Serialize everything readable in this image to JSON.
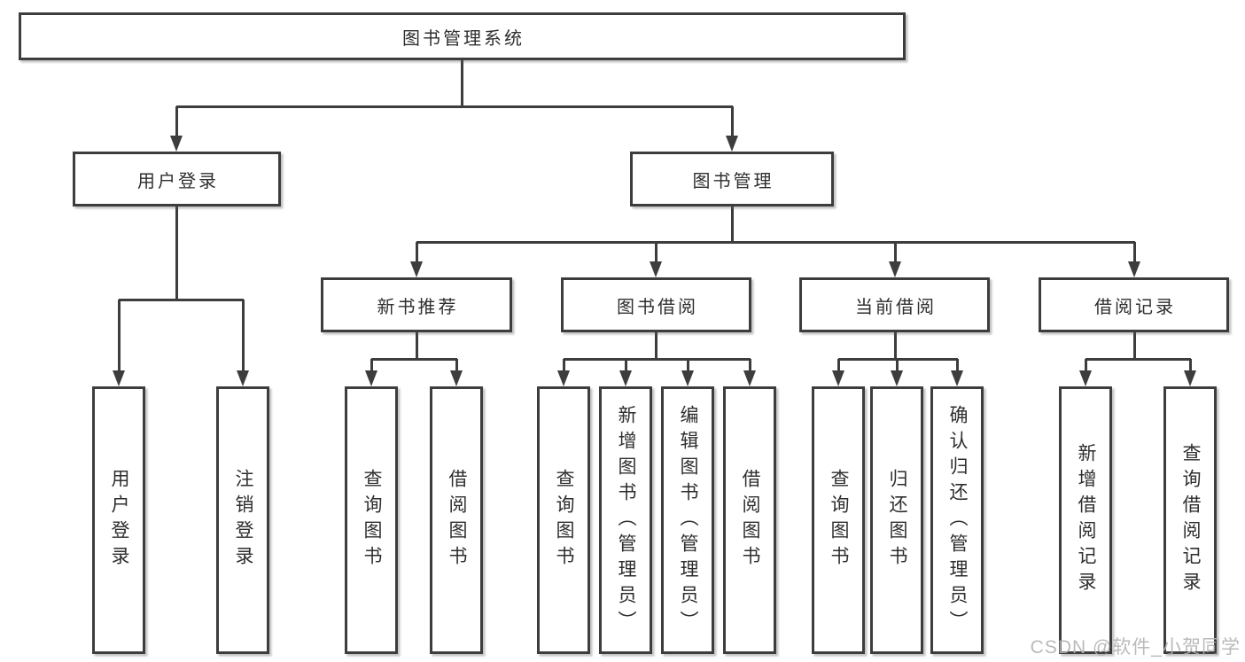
{
  "diagram": {
    "root": {
      "label": "图书管理系统"
    },
    "level2": [
      {
        "label": "用户登录",
        "children": [
          "用户登录",
          "注销登录"
        ]
      },
      {
        "label": "图书管理"
      }
    ],
    "level3": [
      {
        "label": "新书推荐",
        "children": [
          "查询图书",
          "借阅图书"
        ]
      },
      {
        "label": "图书借阅",
        "children": [
          "查询图书",
          "新增图书（管理员）",
          "编辑图书（管理员）",
          "借阅图书"
        ]
      },
      {
        "label": "当前借阅",
        "children": [
          "查询图书",
          "归还图书",
          "确认归还（管理员）"
        ]
      },
      {
        "label": "借阅记录",
        "children": [
          "新增借阅记录",
          "查询借阅记录"
        ]
      }
    ],
    "colors": {
      "line": "#3d3d3d",
      "text": "#2e2e2e",
      "watermark": "#b3b3b3",
      "background": "#ffffff"
    },
    "watermark": "CSDN @软件_小贺同学"
  }
}
